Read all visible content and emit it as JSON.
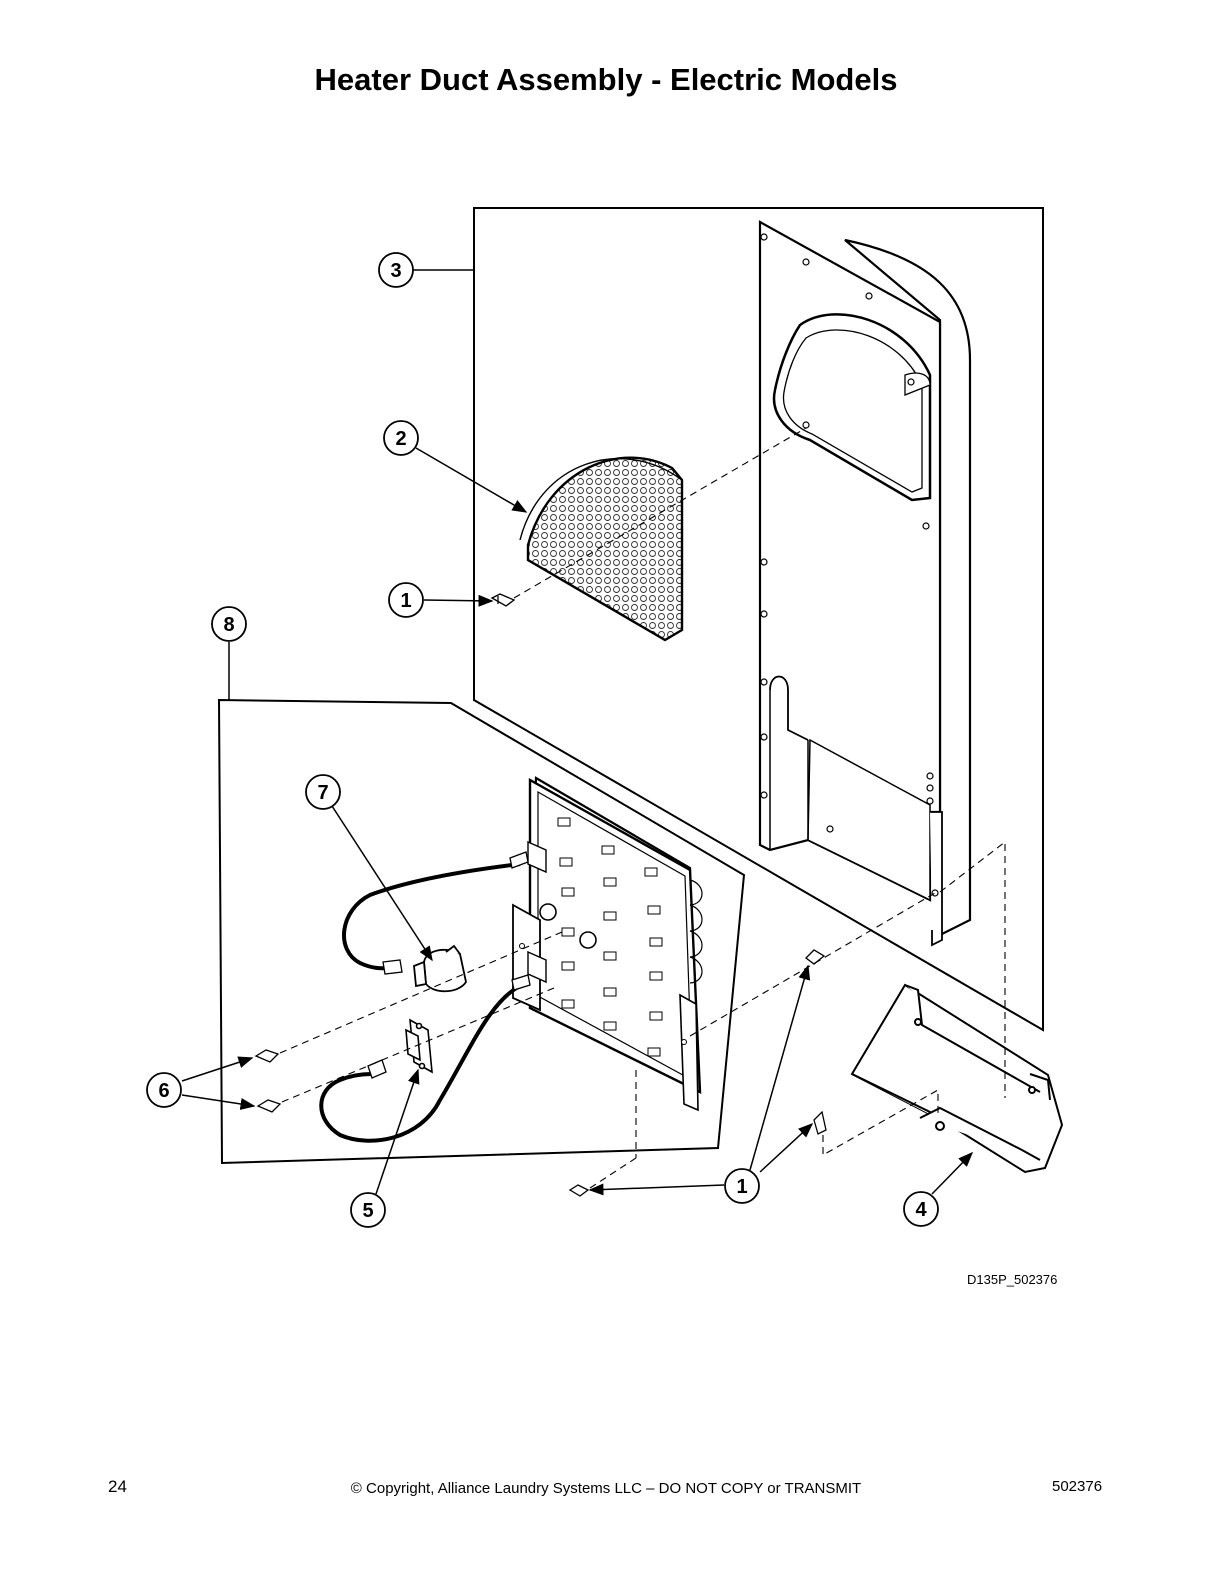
{
  "page": {
    "title": "Heater Duct Assembly - Electric Models",
    "drawing_id": "D135P_502376",
    "footer": {
      "page_number": "24",
      "copyright": "© Copyright, Alliance Laundry Systems LLC – DO NOT COPY or TRANSMIT",
      "document_number": "502376"
    }
  },
  "callouts": [
    {
      "key": "c3",
      "label": "3"
    },
    {
      "key": "c2",
      "label": "2"
    },
    {
      "key": "c1a",
      "label": "1"
    },
    {
      "key": "c8",
      "label": "8"
    },
    {
      "key": "c7",
      "label": "7"
    },
    {
      "key": "c6",
      "label": "6"
    },
    {
      "key": "c1b",
      "label": "1"
    },
    {
      "key": "c5",
      "label": "5"
    },
    {
      "key": "c4",
      "label": "4"
    }
  ]
}
